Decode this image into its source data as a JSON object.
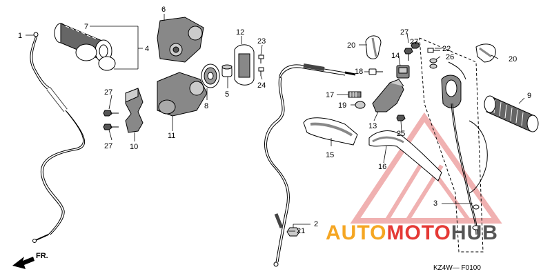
{
  "diagram": {
    "code": "KZ4W— F0100",
    "front_label": "FR.",
    "callouts": [
      "1",
      "2",
      "3",
      "4",
      "5",
      "6",
      "7",
      "8",
      "9",
      "10",
      "11",
      "12",
      "13",
      "14",
      "15",
      "16",
      "17",
      "18",
      "19",
      "20",
      "20",
      "21",
      "22",
      "23",
      "24",
      "25",
      "26",
      "27",
      "27",
      "27",
      "27"
    ]
  },
  "watermark": {
    "part1": "AUTO",
    "part2": "MOTO",
    "part3": "HUB",
    "color_orange": "#f5a623",
    "color_red": "#e53935",
    "color_dark": "#555555"
  }
}
